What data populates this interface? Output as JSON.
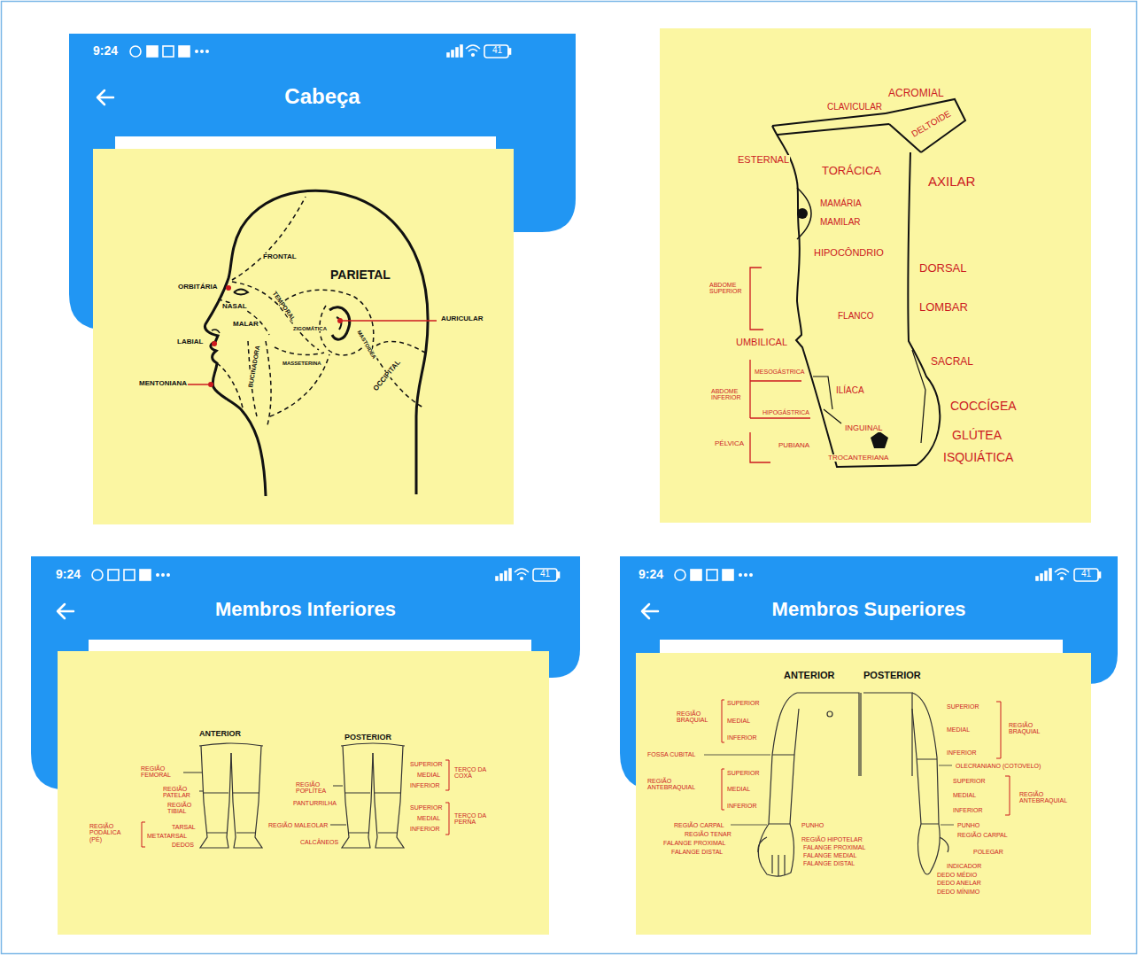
{
  "diagram": {
    "nodes": [
      {
        "text": [
          "Cabeça"
        ]
      },
      {
        "text": [
          "Membros Inferiores"
        ]
      },
      {
        "text": [
          "Membros Superiores"
        ]
      }
    ],
    "labels": [
      "9:24",
      "41",
      "FRONTAL",
      "PARIETAL",
      "ORBITÁRIA",
      "NASAL",
      "TEMPORAL",
      "ZIGOMÁTICA",
      "MALAR",
      "LABIAL",
      "AURICULAR",
      "MASTOIDEA",
      "BUCINADORA",
      "MASSETERINA",
      "OCCIPITAL",
      "MENTONIANA",
      "CLAVICULAR",
      "ACROMIAL",
      "DELTOIDE",
      "ESTERNAL",
      "TORÁCICA",
      "AXILAR",
      "MAMÁRIA",
      "MAMILAR",
      "HIPOCÔNDRIO",
      "DORSAL",
      "ABDOME SUPERIOR",
      "LOMBAR",
      "FLANCO",
      "UMBILICAL",
      "SACRAL",
      "MESOGÁSTRICA",
      "ILÍACA",
      "ABDOME INFERIOR",
      "COCCÍGEA",
      "HIPOGÁSTRICA",
      "INGUINAL",
      "GLÚTEA",
      "PÉLVICA",
      "PUBIANA",
      "TROCANTERIANA",
      "ISQUIÁTICA",
      "9:24",
      "41",
      "ANTERIOR",
      "POSTERIOR",
      "REGIÃO FEMORAL",
      "REGIÃO PATELAR",
      "REGIÃO TIBIAL",
      "REGIÃO PODÁLICA (PÉ)",
      "TARSAL",
      "METATARSAL",
      "DEDOS",
      "REGIÃO POPLÍTEA",
      "PANTURRILHA",
      "REGIÃO MALEOLAR",
      "CALCÂNEOS",
      "SUPERIOR",
      "MEDIAL",
      "INFERIOR",
      "TERÇO DA COXA",
      "SUPERIOR",
      "MEDIAL",
      "INFERIOR",
      "TERÇO DA PERNA",
      "9:24",
      "41",
      "ANTERIOR",
      "POSTERIOR",
      "REGIÃO BRAQUIAL",
      "SUPERIOR",
      "MEDIAL",
      "INFERIOR",
      "FOSSA CUBITAL",
      "REGIÃO ANTEBRAQUIAL",
      "SUPERIOR",
      "MEDIAL",
      "INFERIOR",
      "REGIÃO CARPAL",
      "REGIÃO TENAR",
      "FALANGE PROXIMAL",
      "FALANGE DISTAL",
      "PUNHO",
      "REGIÃO HIPOTELAR",
      "FALANGE PROXIMAL",
      "FALANGE MEDIAL",
      "FALANGE DISTAL",
      "SUPERIOR",
      "MEDIAL",
      "INFERIOR",
      "REGIÃO BRAQUIAL",
      "OLECRANIANO (COTOVELO)",
      "SUPERIOR",
      "MEDIAL",
      "INFERIOR",
      "REGIÃO ANTEBRAQUIAL",
      "PUNHO",
      "REGIÃO CARPAL",
      "POLEGAR",
      "INDICADOR",
      "DEDO MÉDIO",
      "DEDO ANELAR",
      "DEDO MÍNIMO"
    ]
  }
}
